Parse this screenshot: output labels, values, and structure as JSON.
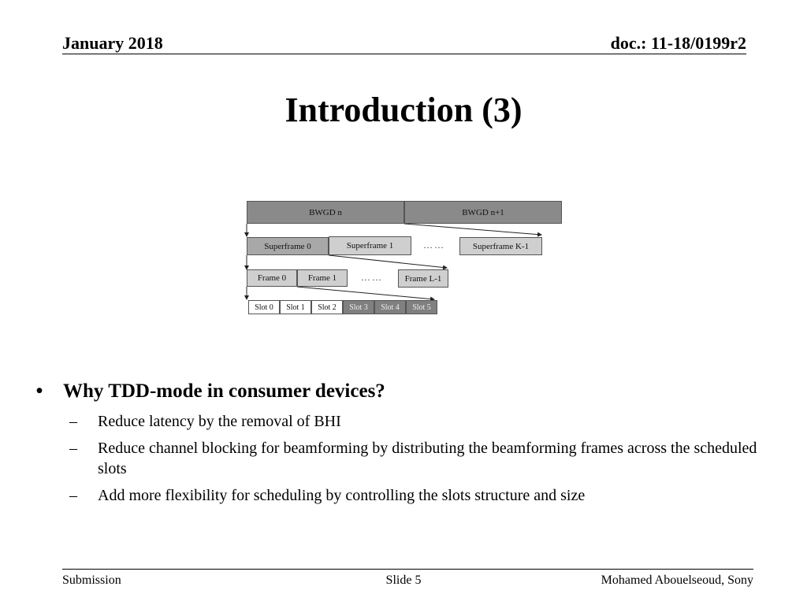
{
  "header": {
    "date": "January 2018",
    "doc": "doc.: 11-18/0199r2"
  },
  "title": "Introduction (3)",
  "diagram": {
    "bwgd": [
      "BWGD n",
      "BWGD n+1"
    ],
    "superframes": [
      "Superframe 0",
      "Superframe 1",
      "Superframe K-1"
    ],
    "frames": [
      "Frame 0",
      "Frame 1",
      "Frame L-1"
    ],
    "slots": [
      "Slot 0",
      "Slot 1",
      "Slot 2",
      "Slot 3",
      "Slot 4",
      "Slot 5"
    ],
    "ellipsis": "……"
  },
  "bullets": {
    "marker": "•",
    "dash": "–",
    "main": "Why TDD-mode in consumer devices?",
    "sub": [
      "Reduce latency by the removal of BHI",
      "Reduce channel blocking for beamforming by distributing the beamforming frames across the scheduled slots",
      "Add more flexibility for scheduling by controlling the slots structure and size"
    ]
  },
  "footer": {
    "left": "Submission",
    "center": "Slide 5",
    "right": "Mohamed Abouelseoud, Sony"
  }
}
